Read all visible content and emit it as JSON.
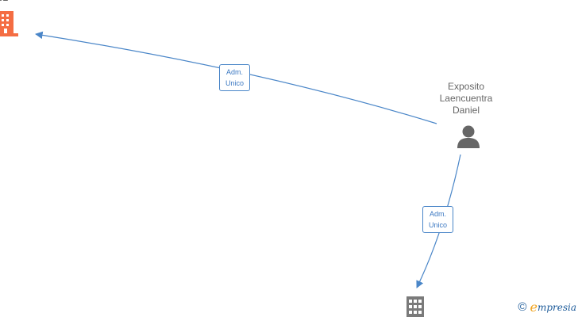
{
  "nodes": {
    "company_top": {
      "name": "SL",
      "color": "#f46d43"
    },
    "person": {
      "name": "Exposito\nLaencuentra\nDaniel",
      "color": "#666666"
    },
    "company_bottom": {
      "color": "#7a7a7a"
    }
  },
  "edges": [
    {
      "label": "Adm.\nUnico",
      "color": "#4a86c8"
    },
    {
      "label": "Adm.\nUnico",
      "color": "#4a86c8"
    }
  ],
  "brand": {
    "copyright": "©",
    "e_letter": "e",
    "rest": "mpresia"
  }
}
